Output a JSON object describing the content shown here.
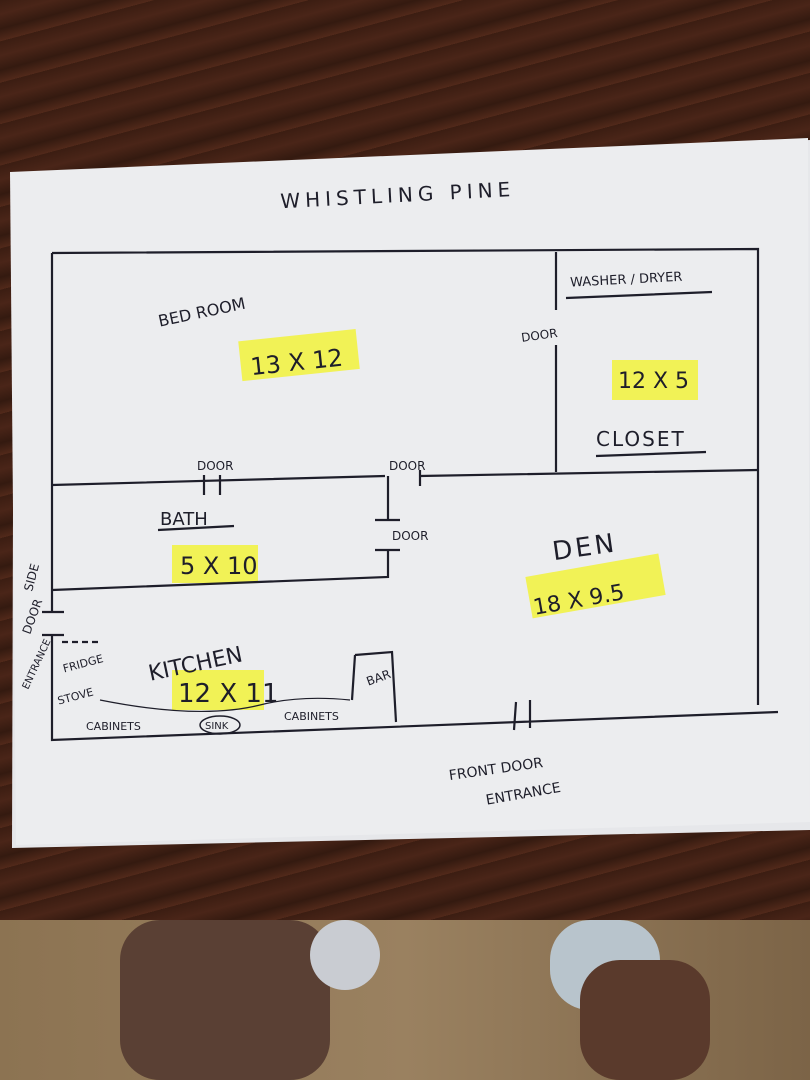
{
  "title": "WHISTLING PINE",
  "rooms": {
    "bedroom": {
      "label": "BED ROOM",
      "size": "13 X 12"
    },
    "laundry": {
      "label": "WASHER / DRYER"
    },
    "closet": {
      "label": "CLOSET",
      "size": "12 X 5"
    },
    "bath": {
      "label": "BATH",
      "size": "5 X 10"
    },
    "den": {
      "label": "DEN",
      "size": "18 X 9.5"
    },
    "kitchen": {
      "label": "KITCHEN",
      "size": "12 X 11"
    }
  },
  "fixtures": {
    "door": "DOOR",
    "side_door": [
      "SIDE",
      "DOOR",
      "ENTRANCE"
    ],
    "fridge": "FRIDGE",
    "stove": "STOVE",
    "cabinets_left": "CABINETS",
    "sink": "SINK",
    "cabinets_right": "CABINETS",
    "bar": "BAR",
    "front_door": [
      "FRONT DOOR",
      "ENTRANCE"
    ]
  },
  "colors": {
    "highlight": "#f2f23a",
    "ink": "#1e1e2a",
    "paper": "#ecedef"
  }
}
